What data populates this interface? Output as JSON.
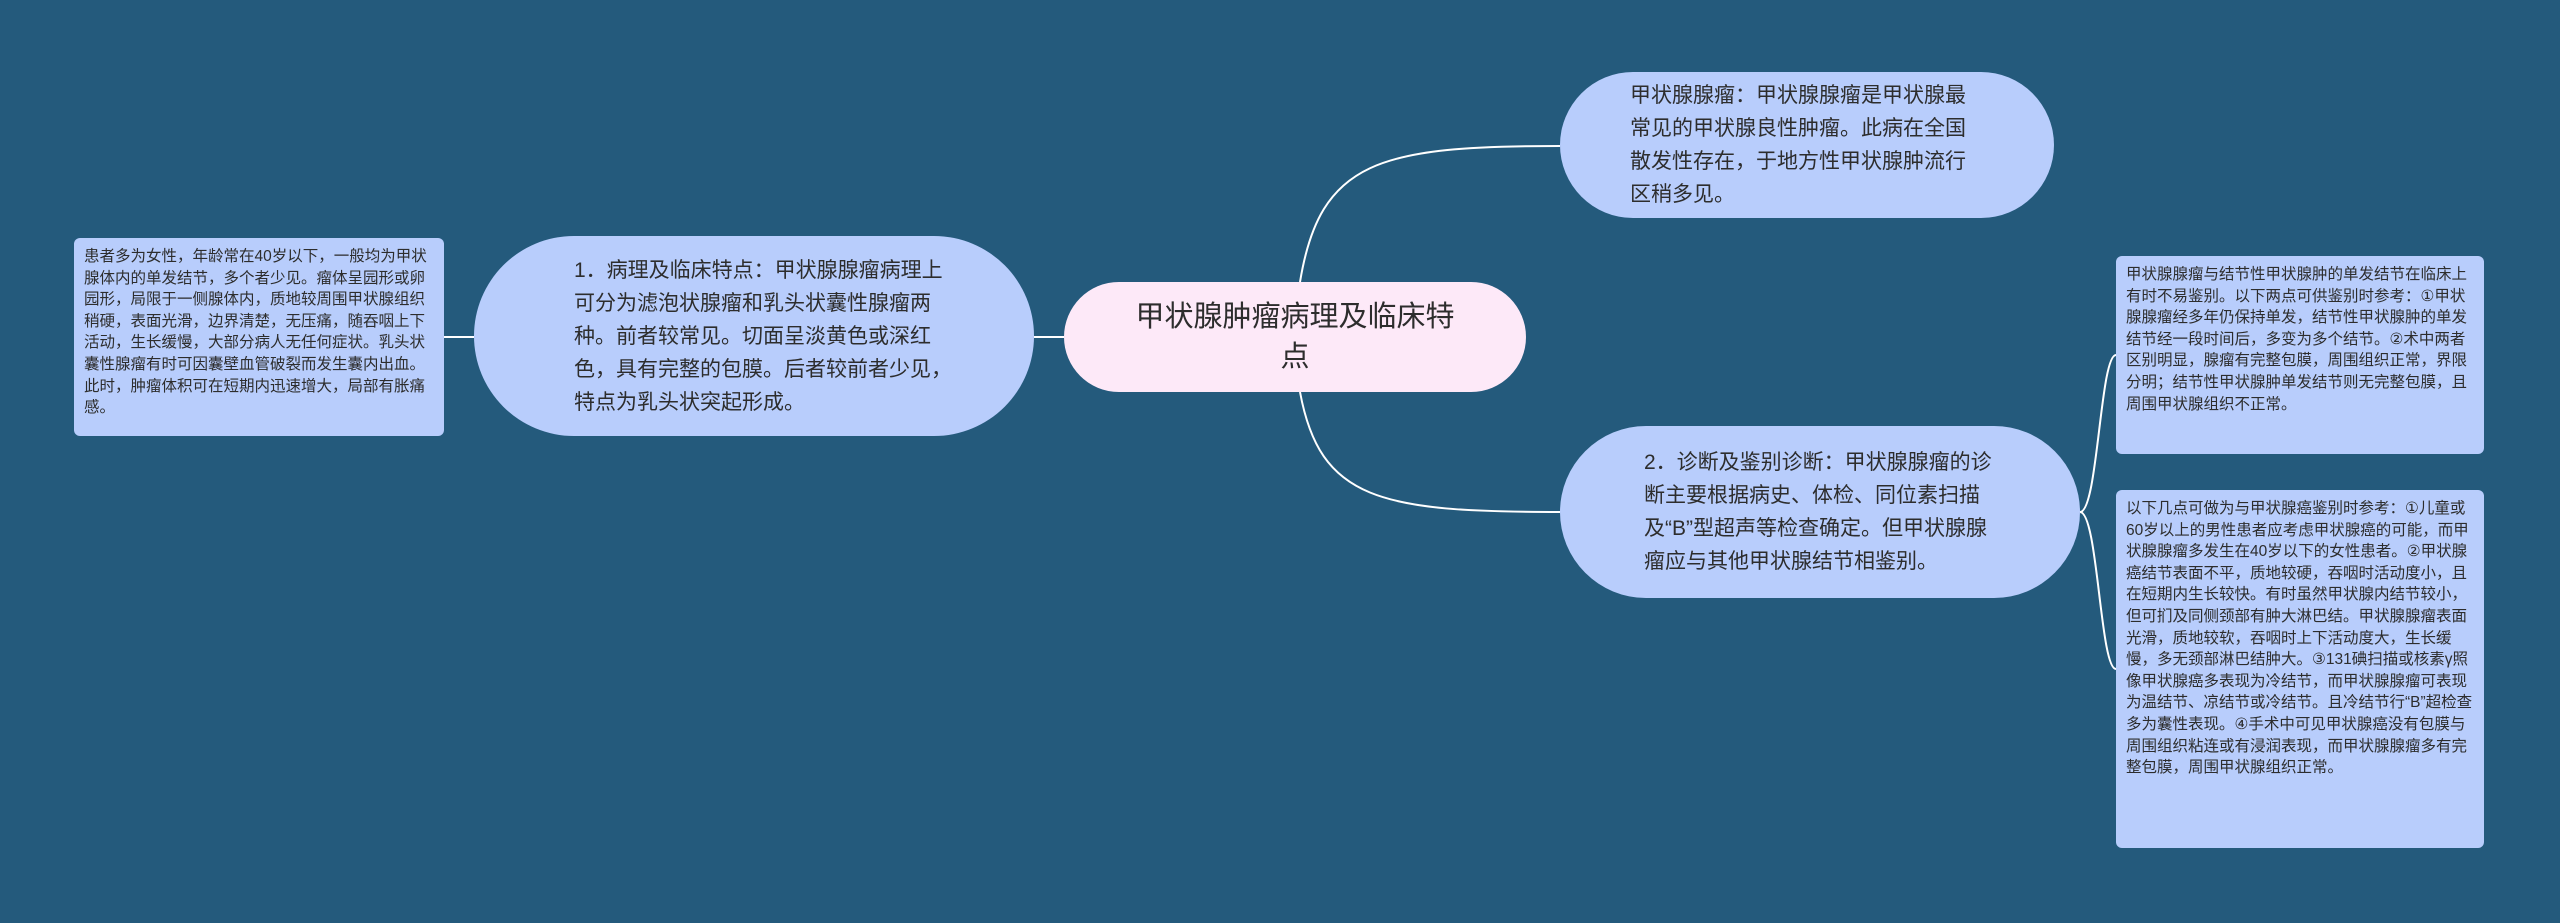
{
  "mindmap": {
    "center": {
      "text": "甲状腺肿瘤病理及临床特点"
    },
    "left_branch": {
      "text": "1．病理及临床特点：甲状腺腺瘤病理上可分为滤泡状腺瘤和乳头状囊性腺瘤两种。前者较常见。切面呈淡黄色或深红色，具有完整的包膜。后者较前者少见，特点为乳头状突起形成。",
      "detail": "患者多为女性，年龄常在40岁以下，一般均为甲状腺体内的单发结节，多个者少见。瘤体呈园形或卵园形，局限于一侧腺体内，质地较周围甲状腺组织稍硬，表面光滑，边界清楚，无压痛，随吞咽上下活动，生长缓慢，大部分病人无任何症状。乳头状囊性腺瘤有时可因囊壁血管破裂而发生囊内出血。此时，肿瘤体积可在短期内迅速增大，局部有胀痛感。"
    },
    "top_branch": {
      "text": "甲状腺腺瘤：甲状腺腺瘤是甲状腺最常见的甲状腺良性肿瘤。此病在全国散发性存在，于地方性甲状腺肿流行区稍多见。"
    },
    "diagnosis_branch": {
      "text": "2．诊断及鉴别诊断：甲状腺腺瘤的诊断主要根据病史、体检、同位素扫描及“B”型超声等检查确定。但甲状腺腺瘤应与其他甲状腺结节相鉴别。",
      "detail_1": "甲状腺腺瘤与结节性甲状腺肿的单发结节在临床上有时不易鉴别。以下两点可供鉴别时参考：①甲状腺腺瘤经多年仍保持单发，结节性甲状腺肿的单发结节经一段时间后，多变为多个结节。②术中两者区别明显，腺瘤有完整包膜，周围组织正常，界限分明；结节性甲状腺肿单发结节则无完整包膜，且周围甲状腺组织不正常。",
      "detail_2": "以下几点可做为与甲状腺癌鉴别时参考：①儿童或60岁以上的男性患者应考虑甲状腺癌的可能，而甲状腺腺瘤多发生在40岁以下的女性患者。②甲状腺癌结节表面不平，质地较硬，吞咽时活动度小，且在短期内生长较快。有时虽然甲状腺内结节较小，但可扪及同侧颈部有肿大淋巴结。甲状腺腺瘤表面光滑，质地较软，吞咽时上下活动度大，生长缓慢，多无颈部淋巴结肿大。③131碘扫描或核素γ照像甲状腺癌多表现为冷结节，而甲状腺腺瘤可表现为温结节、凉结节或冷结节。且冷结节行“B”超检查多为囊性表现。④手术中可见甲状腺癌没有包膜与周围组织粘连或有浸润表现，而甲状腺腺瘤多有完整包膜，周围甲状腺组织正常。"
    }
  },
  "colors": {
    "background": "#245a7c",
    "center_fill": "#fde9f8",
    "node_fill": "#b8cdfc",
    "link": "#ffffff",
    "text": "#2d2d2d"
  }
}
